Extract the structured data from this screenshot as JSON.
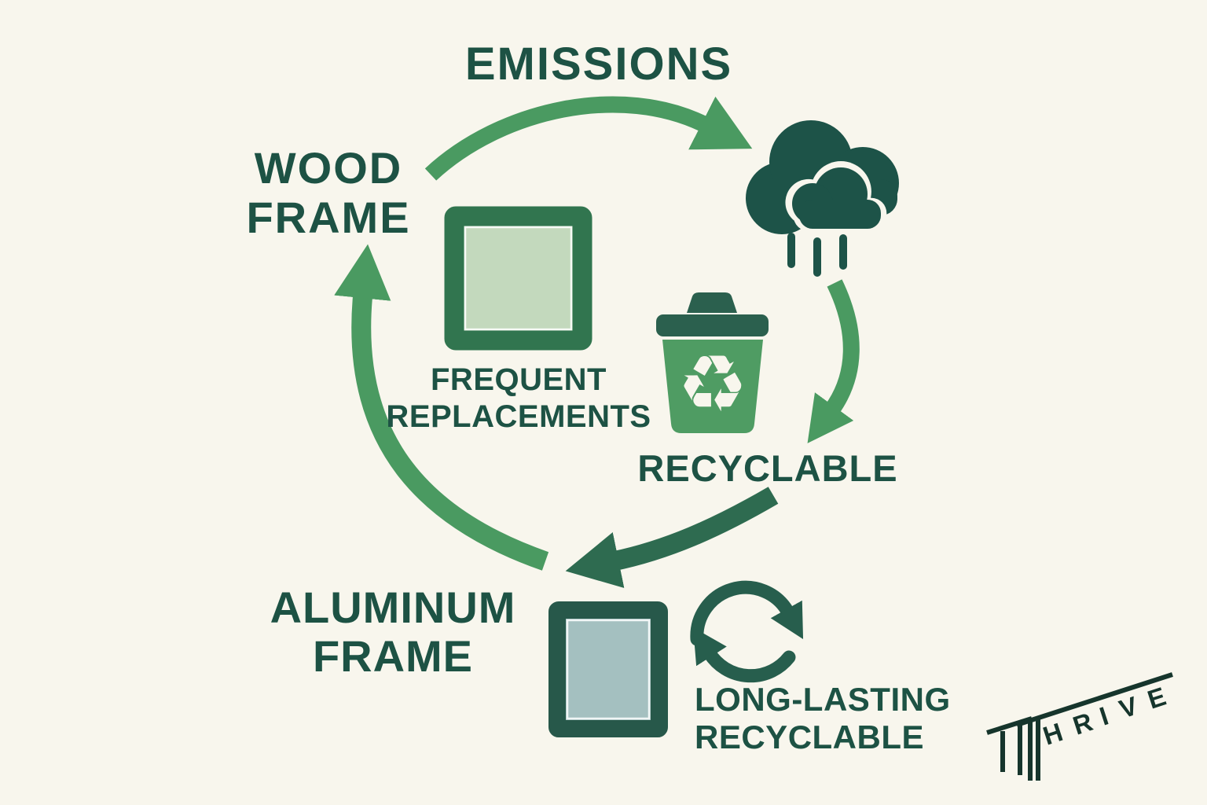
{
  "background_color": "#f8f6ed",
  "palette": {
    "text_dark_green": "#1d5244",
    "arrow_green": "#4a9a61",
    "arrow_dark_green": "#2e6b50",
    "cloud_dark_teal": "#1d5348",
    "cycle_icon_green": "#275e4d",
    "bin_body_green": "#4f9c63",
    "bin_lid_green": "#2b604e",
    "wood_frame_border": "#31754f",
    "wood_frame_fill": "#c3d9bd",
    "aluminum_frame_border": "#27584a",
    "aluminum_frame_fill": "#a4c0c0",
    "logo_color": "#16352c"
  },
  "labels": {
    "emissions": "EMISSIONS",
    "wood_frame_line1": "WOOD",
    "wood_frame_line2": "FRAME",
    "frequent_line1": "FREQUENT",
    "frequent_line2": "REPLACEMENTS",
    "recyclable": "RECYCLABLE",
    "aluminum_line1": "ALUMINUM",
    "aluminum_line2": "FRAME",
    "long_lasting_line1": "LONG-LASTING",
    "long_lasting_line2": "RECYCLABLE"
  },
  "icons": {
    "recycle_glyph": "♻"
  },
  "logo": {
    "brand": "THRIVE",
    "letters": [
      "H",
      "R",
      "I",
      "V",
      "E"
    ]
  },
  "diagram": {
    "type": "cycle",
    "flow": [
      {
        "from": "WOOD FRAME",
        "to": "EMISSIONS CLOUD",
        "note": "emissions"
      },
      {
        "from": "EMISSIONS CLOUD",
        "to": "RECYCLABLE BIN",
        "note": "recyclable"
      },
      {
        "from": "RECYCLABLE",
        "to": "ALUMINUM FRAME",
        "note": "long-lasting recyclable"
      },
      {
        "from": "ALUMINUM FRAME",
        "to": "WOOD FRAME",
        "note": "frequent replacements"
      }
    ]
  }
}
